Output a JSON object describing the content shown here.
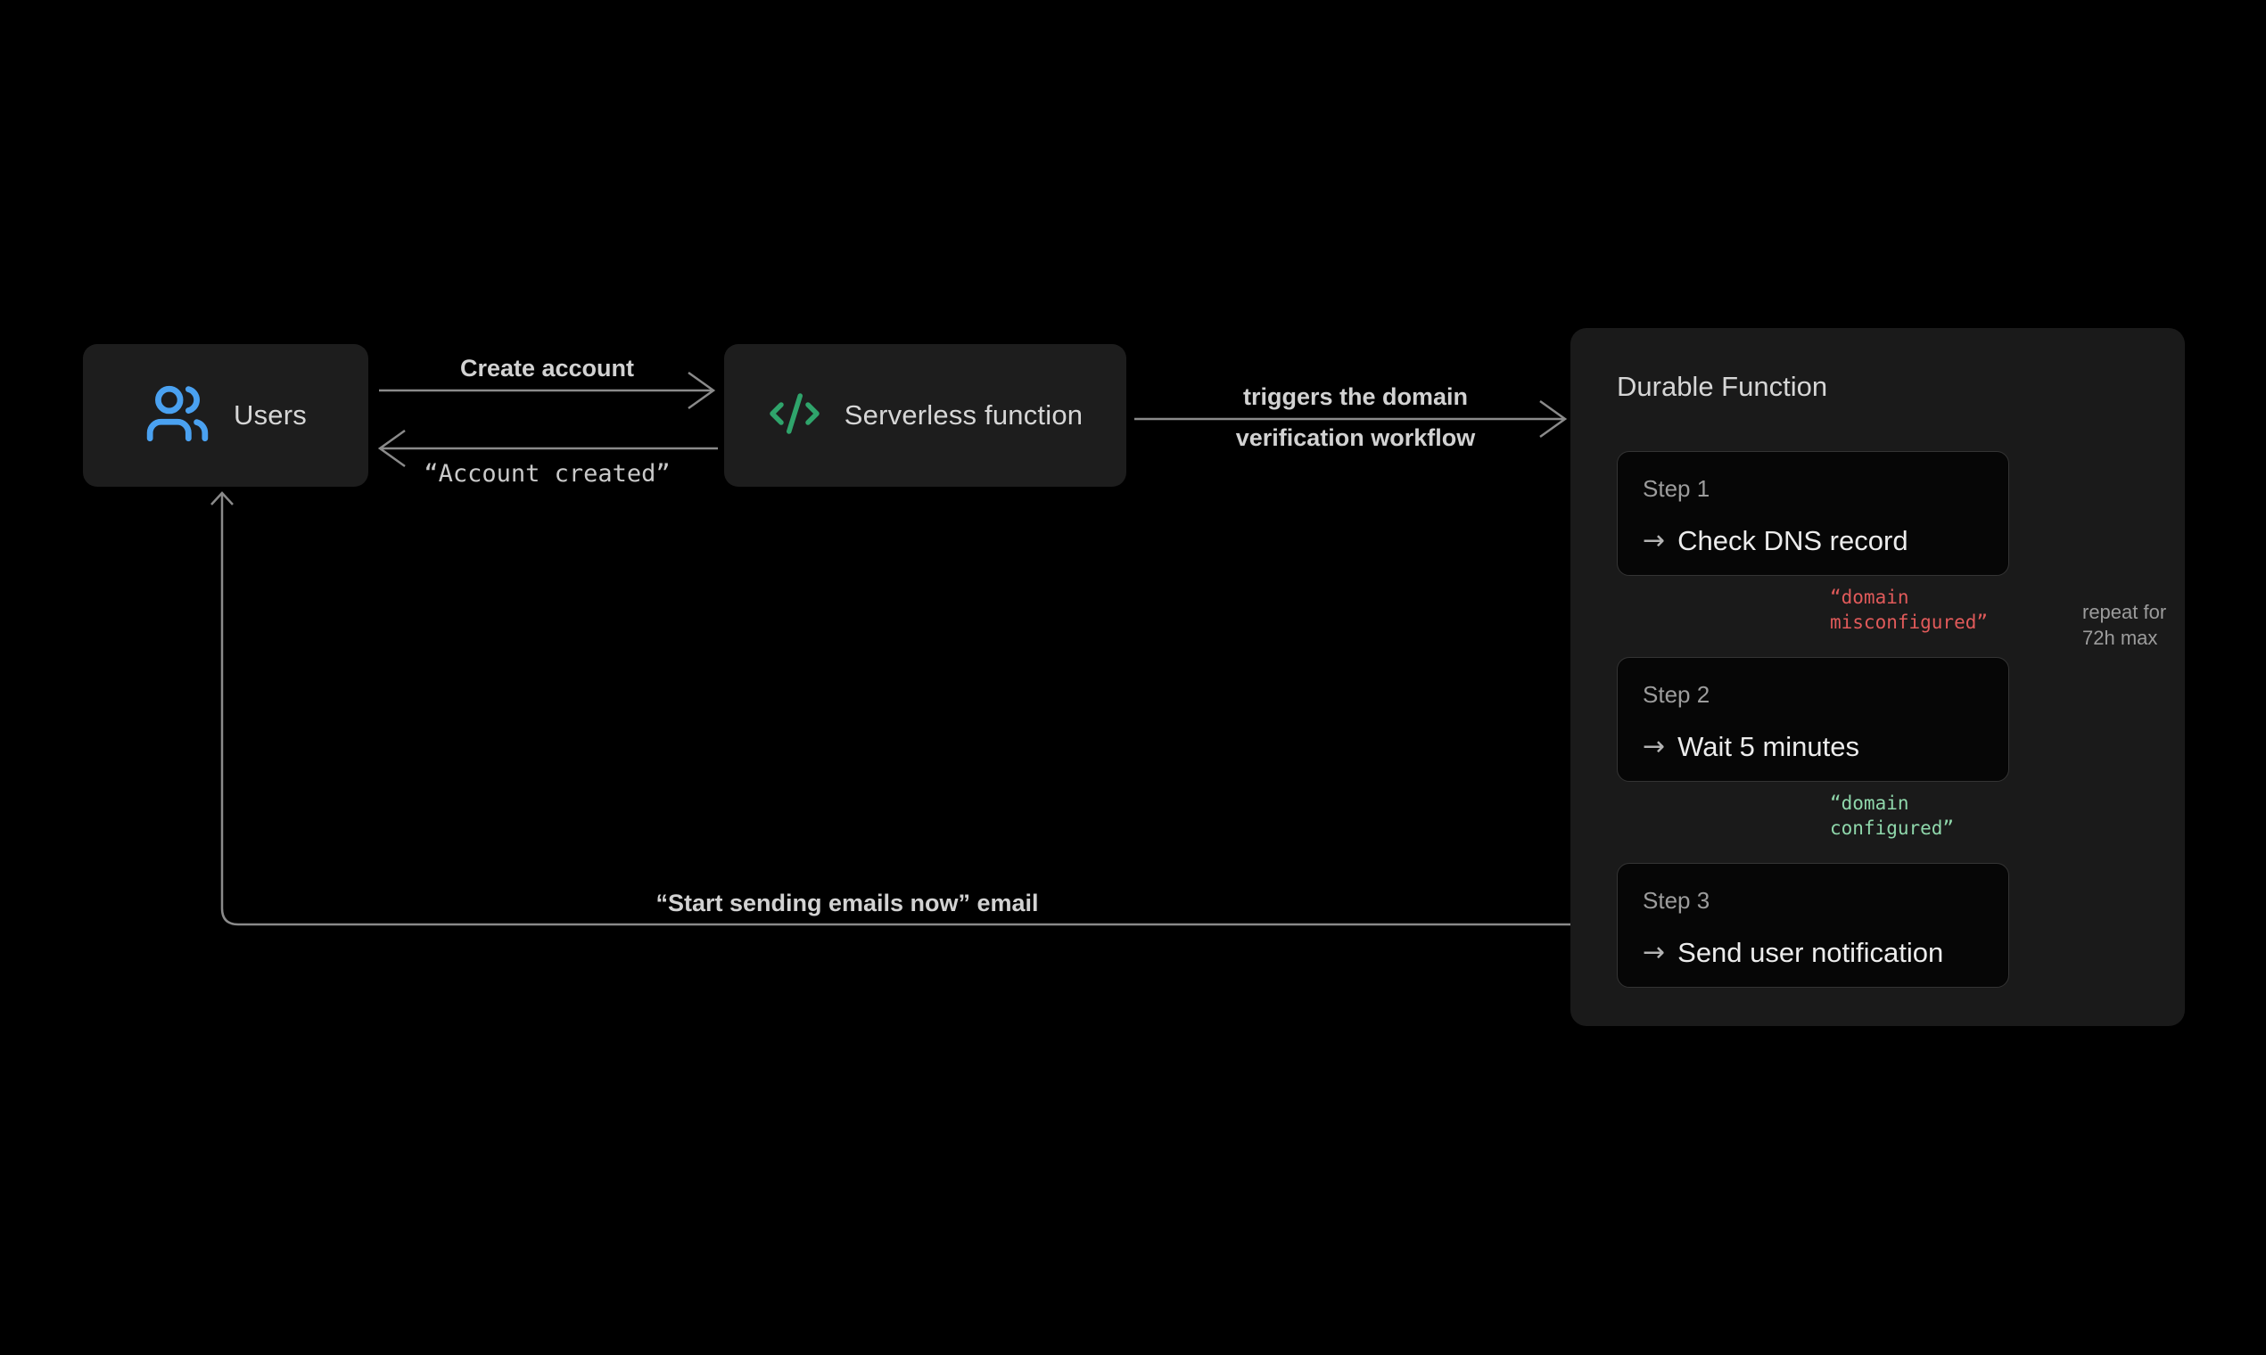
{
  "nodes": {
    "users": {
      "label": "Users",
      "icon": "users-icon"
    },
    "serverless": {
      "label": "Serverless function",
      "icon": "code-icon"
    },
    "durable": {
      "title": "Durable Function",
      "step_arrow_glyph": "→",
      "steps": [
        {
          "label": "Step 1",
          "action": "Check DNS record"
        },
        {
          "label": "Step 2",
          "action": "Wait 5 minutes"
        },
        {
          "label": "Step 3",
          "action": "Send user notification"
        }
      ]
    }
  },
  "edges": {
    "create_account": {
      "label": "Create account"
    },
    "account_created": {
      "label": "“Account created”"
    },
    "triggers": {
      "label_line1": "triggers the domain",
      "label_line2": "verification workflow"
    },
    "misconfigured": {
      "label_line1": "“domain",
      "label_line2": "misconfigured”"
    },
    "configured": {
      "label_line1": "“domain",
      "label_line2": "configured”"
    },
    "repeat": {
      "label_line1": "repeat for",
      "label_line2": "72h max"
    },
    "send_email": {
      "label": "“Start sending emails now” email"
    }
  },
  "colors": {
    "page-bg": "#000000",
    "box-bg": "#1d1d1d",
    "panel-bg": "#1a1a1a",
    "step-bg": "#060606",
    "step-border": "#343434",
    "line": "#8a8a8a",
    "label-bright": "#d6d6d6",
    "label-dim": "#9c9c9c",
    "action-text": "#ececec",
    "blue": "#4aa1f0",
    "green": "#2fa46b",
    "red": "#e05a5a",
    "mint": "#8fd7ab"
  }
}
